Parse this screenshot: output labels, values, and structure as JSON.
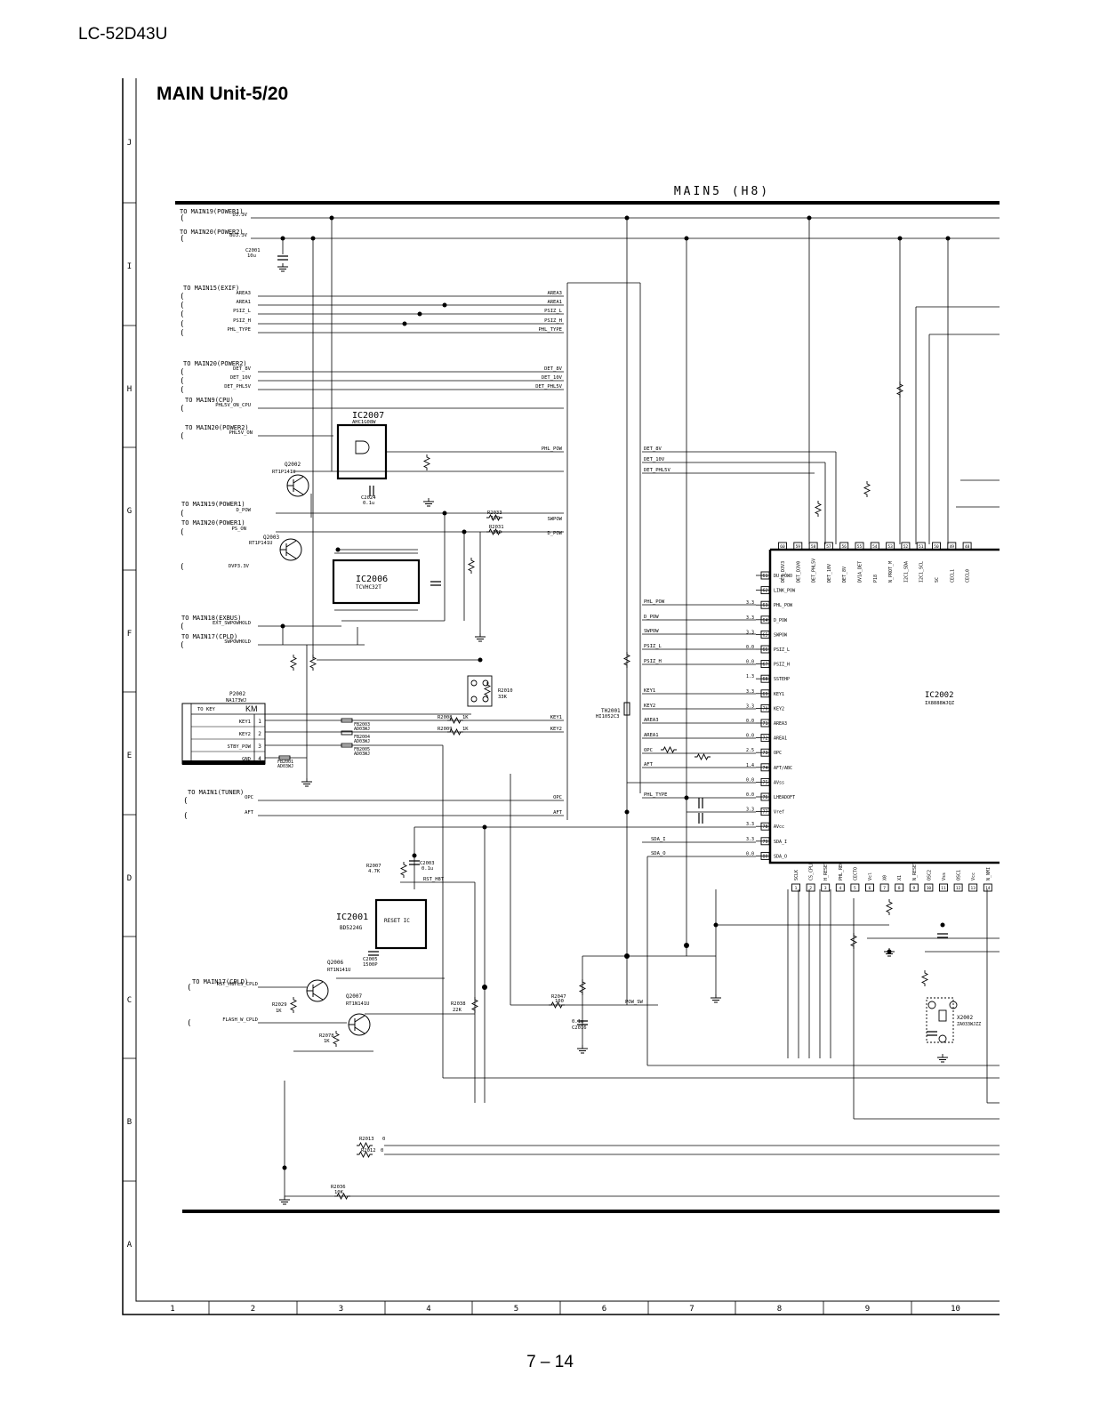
{
  "header": {
    "model": "LC-52D43U",
    "unit_title": "MAIN Unit-5/20"
  },
  "footer": {
    "page_number": "7 – 14"
  },
  "sheet": {
    "name": "MAIN5 (H8)",
    "row_labels": [
      "J",
      "I",
      "H",
      "G",
      "F",
      "E",
      "D",
      "C",
      "B",
      "A"
    ],
    "col_labels": [
      "1",
      "2",
      "3",
      "4",
      "5",
      "6",
      "7",
      "8",
      "9",
      "10"
    ]
  },
  "connectors": {
    "main19_power1": "TO MAIN19(POWER1)",
    "main20_power2": "TO MAIN20(POWER2)",
    "main15_exif": "TO MAIN15(EXIF)",
    "main20_power2_b": "TO MAIN20(POWER2)",
    "main9_cpu": "TO MAIN9(CPU)",
    "main20_power2_c": "TO MAIN20(POWER2)",
    "main19_power1_b": "TO MAIN19(POWER1)",
    "main20_power1": "TO MAIN20(POWER1)",
    "main18_exbus": "TO MAIN18(EXBUS)",
    "main17_cpld": "TO MAIN17(CPLD)",
    "main1_tuner": "TO MAIN1(TUNER)",
    "main17_cpld_b": "TO MAIN17(CPLD)"
  },
  "signals": {
    "d33v": "D3.3V",
    "bu33v": "BU3.3V",
    "area3": "AREA3",
    "area1": "AREA1",
    "psiz_l": "PSIZ_L",
    "psiz_h": "PSIZ_H",
    "phl_type": "PHL_TYPE",
    "det_8v": "DET_8V",
    "det_10v": "DET_10V",
    "det_phl5v": "DET_PHL5V",
    "phl5v_on_cpu": "PHL5V_ON_CPU",
    "phl5v_on": "PHL5V_ON",
    "d_pow": "D_POW",
    "ps_on": "PS_ON",
    "dvp33v": "DVP3.3V",
    "ext_swpowhold": "EXT_SWPOWHOLD",
    "swpowhold": "SWPOWHOLD",
    "opc": "OPC",
    "aft": "AFT",
    "rst_h8fls_cpld": "RST_H8FLS_CPLD",
    "flash_w_cpld": "FLASH_W_CPLD",
    "phl_pow": "PHL_POW",
    "swpow": "SWPOW",
    "key1": "KEY1",
    "key2": "KEY2",
    "sda_i": "SDA_I",
    "sda_o": "SDA_O",
    "rst_h8t": "RST_H8T",
    "pow_sw": "POW_SW"
  },
  "keypad": {
    "ref": "P2002",
    "part": "NA173WJ",
    "header": "TO KEY",
    "tag": "KM",
    "pins": [
      {
        "num": "1",
        "label": "KEY1"
      },
      {
        "num": "2",
        "label": "KEY2"
      },
      {
        "num": "3",
        "label": "STBY_POW"
      },
      {
        "num": "4",
        "label": "GND"
      }
    ]
  },
  "components": {
    "ic2007": {
      "ref": "IC2007",
      "part": "AHC1G08W"
    },
    "ic2006": {
      "ref": "IC2006",
      "part": "TCVHC32T"
    },
    "ic2001": {
      "ref": "IC2001",
      "part": "BD5224G",
      "function": "RESET IC"
    },
    "ic2002": {
      "ref": "IC2002",
      "part": "IX8888WJQZ"
    },
    "q2002": {
      "ref": "Q2002",
      "part": "RT1P141U"
    },
    "q2003": {
      "ref": "Q2003",
      "part": "RT1P141U"
    },
    "q2006": {
      "ref": "Q2006",
      "part": "RT1N141U"
    },
    "q2007": {
      "ref": "Q2007",
      "part": "RT1N141U"
    },
    "th2001": {
      "ref": "TH2001",
      "part": "HI1052C3"
    },
    "x2002": {
      "ref": "X2002",
      "part": "ZA033WJZZ"
    },
    "r2010": {
      "ref": "R2010",
      "value": "33K"
    },
    "r2008": {
      "ref": "R2008",
      "value": "1K"
    },
    "r2009": {
      "ref": "R2009",
      "value": "1K"
    },
    "r2033": {
      "ref": "R2033",
      "value": "100"
    },
    "r2031": {
      "ref": "R2031",
      "value": "100"
    },
    "r2047": {
      "ref": "R2047",
      "value": "100"
    },
    "r2038": {
      "ref": "R2038",
      "value": "22K"
    },
    "r2013": {
      "ref": "R2013",
      "value": "0"
    },
    "r2012": {
      "ref": "R2012",
      "value": "0"
    },
    "r2036": {
      "ref": "R2036",
      "value": "10K"
    },
    "r2007": {
      "ref": "R2007",
      "value": "4.7K"
    },
    "r2029": {
      "ref": "R2029",
      "value": "1K"
    },
    "r2078": {
      "ref": "R2078",
      "value": "1K"
    },
    "c2001": {
      "ref": "C2001",
      "value": "10u"
    },
    "c2003": {
      "ref": "C2003",
      "value": "0.1u"
    },
    "c2024": {
      "ref": "C2024",
      "value": "0.1u"
    },
    "c2005": {
      "ref": "C2005",
      "value": "1500P"
    },
    "c2016": {
      "ref": "C2016",
      "value": "0.1u"
    },
    "fb2003": {
      "ref": "FB2003",
      "value": "AD03WJ"
    },
    "fb2004": {
      "ref": "FB2004",
      "value": "AD03WJ"
    },
    "fb2005": {
      "ref": "FB2005",
      "value": "AD03WJ"
    },
    "fb2001": {
      "ref": "FB2001",
      "value": "AD03WJ"
    }
  },
  "ic2002_left_pins": [
    {
      "num": "61",
      "name": "DU_POWO",
      "v": ""
    },
    {
      "num": "62",
      "name": "LINK_POW",
      "v": ""
    },
    {
      "num": "63",
      "name": "PHL_POW",
      "v": "3.3"
    },
    {
      "num": "64",
      "name": "D_POW",
      "v": "3.3"
    },
    {
      "num": "65",
      "name": "SWPOW",
      "v": "3.3"
    },
    {
      "num": "66",
      "name": "PSIZ_L",
      "v": "0.0"
    },
    {
      "num": "67",
      "name": "PSIZ_H",
      "v": "0.0"
    },
    {
      "num": "68",
      "name": "SSTEHP",
      "v": "1.3"
    },
    {
      "num": "69",
      "name": "KEY1",
      "v": "3.3"
    },
    {
      "num": "70",
      "name": "KEY2",
      "v": "3.3"
    },
    {
      "num": "71",
      "name": "AREA3",
      "v": "0.0"
    },
    {
      "num": "72",
      "name": "AREA1",
      "v": "0.0"
    },
    {
      "num": "73",
      "name": "OPC",
      "v": "2.5"
    },
    {
      "num": "74",
      "name": "AFT/ABC",
      "v": "1.4"
    },
    {
      "num": "75",
      "name": "AVss",
      "v": "0.0"
    },
    {
      "num": "76",
      "name": "LHEADOFT",
      "v": "0.0"
    },
    {
      "num": "77",
      "name": "Vref",
      "v": "3.3"
    },
    {
      "num": "78",
      "name": "AVcc",
      "v": "3.3"
    },
    {
      "num": "79",
      "name": "SDA_I",
      "v": "3.3"
    },
    {
      "num": "80",
      "name": "SDA_O",
      "v": "0.0"
    }
  ],
  "ic2002_top_pins": [
    {
      "num": "60",
      "name": "DET_D3V3"
    },
    {
      "num": "59",
      "name": "DET_D3V0"
    },
    {
      "num": "58",
      "name": "DET_PHL5V"
    },
    {
      "num": "57",
      "name": "DET_10V"
    },
    {
      "num": "56",
      "name": "DET_8V"
    },
    {
      "num": "55",
      "name": "DV1A_DET"
    },
    {
      "num": "54",
      "name": "P18"
    },
    {
      "num": "53",
      "name": "N_PROT_M"
    },
    {
      "num": "52",
      "name": "I2C1_SDA"
    },
    {
      "num": "51",
      "name": "I2C1_SCL"
    },
    {
      "num": "50",
      "name": "SC"
    },
    {
      "num": "49",
      "name": "CECL1"
    },
    {
      "num": "48",
      "name": "CECL0"
    }
  ],
  "ic2002_bottom_pins": [
    {
      "num": "1",
      "name": "SCLK"
    },
    {
      "num": "2",
      "name": "CS_CPLD"
    },
    {
      "num": "3",
      "name": "H_RESET"
    },
    {
      "num": "4",
      "name": "PHL_REG"
    },
    {
      "num": "5",
      "name": "CECTO"
    },
    {
      "num": "6",
      "name": "Vcl"
    },
    {
      "num": "7",
      "name": "X0"
    },
    {
      "num": "8",
      "name": "X1"
    },
    {
      "num": "9",
      "name": "N_RESET"
    },
    {
      "num": "10",
      "name": "OSC2"
    },
    {
      "num": "11",
      "name": "Vss"
    },
    {
      "num": "12",
      "name": "OSC1"
    },
    {
      "num": "13",
      "name": "Vcc"
    },
    {
      "num": "14",
      "name": "N_NMI"
    }
  ]
}
